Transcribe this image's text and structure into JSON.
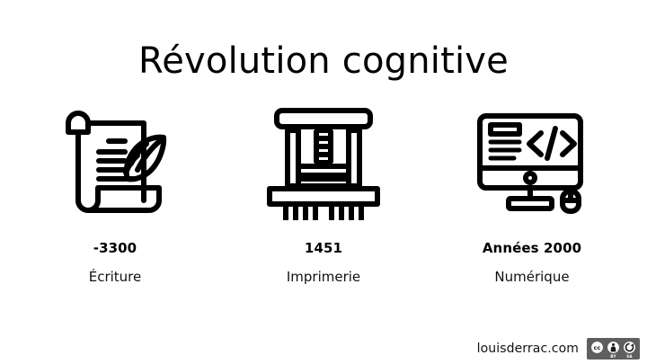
{
  "slide": {
    "title": "Révolution cognitive",
    "background_color": "#ffffff",
    "text_color": "#000000"
  },
  "items": [
    {
      "icon": "scroll-quill-icon",
      "date": "-3300",
      "label": "Écriture"
    },
    {
      "icon": "printing-press-icon",
      "date": "1451",
      "label": "Imprimerie"
    },
    {
      "icon": "desktop-computer-code-icon",
      "date": "Années 2000",
      "label": "Numérique"
    }
  ],
  "footer": {
    "site": "louisderrac.com",
    "license": {
      "name": "cc-by-sa-badge",
      "cc_label": "cc",
      "by_label": "BY",
      "sa_label": "SA",
      "badge_color": "#5f5f5f"
    }
  }
}
